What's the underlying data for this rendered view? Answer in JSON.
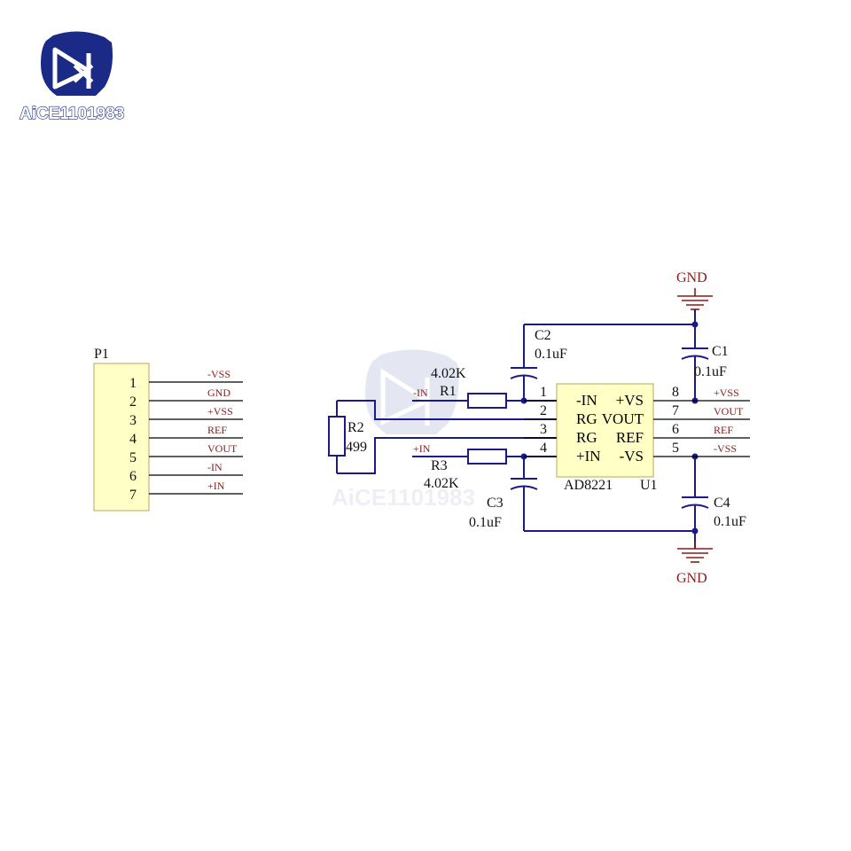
{
  "brand": {
    "logo_text": "AiCE1101983",
    "watermark_text": "AiCE1101983",
    "colors": {
      "logo_blue": "#1b2a86",
      "logo_red": "#d3232a",
      "wire_blue": "#1a1a8c",
      "net_red": "#8b1a1a",
      "chip_fill": "#ffffc6"
    }
  },
  "connector": {
    "ref": "P1",
    "pins": [
      {
        "num": "1",
        "net": "-VSS"
      },
      {
        "num": "2",
        "net": "GND"
      },
      {
        "num": "3",
        "net": "+VSS"
      },
      {
        "num": "4",
        "net": "REF"
      },
      {
        "num": "5",
        "net": "VOUT"
      },
      {
        "num": "6",
        "net": "-IN"
      },
      {
        "num": "7",
        "net": "+IN"
      }
    ]
  },
  "resistors": {
    "r1": {
      "ref": "R1",
      "value": "4.02K",
      "net": "-IN"
    },
    "r2": {
      "ref": "R2",
      "value": "499"
    },
    "r3": {
      "ref": "R3",
      "value": "4.02K",
      "net": "+IN"
    }
  },
  "capacitors": {
    "c1": {
      "ref": "C1",
      "value": "0.1uF"
    },
    "c2": {
      "ref": "C2",
      "value": "0.1uF"
    },
    "c3": {
      "ref": "C3",
      "value": "0.1uF"
    },
    "c4": {
      "ref": "C4",
      "value": "0.1uF"
    }
  },
  "chip": {
    "ref": "U1",
    "part": "AD8221",
    "rows": [
      {
        "left": "-IN",
        "right": "+VS",
        "pin_left": "1",
        "pin_right": "8",
        "net_right": "+VSS"
      },
      {
        "left": "RG",
        "right": "VOUT",
        "pin_left": "2",
        "pin_right": "7",
        "net_right": "VOUT"
      },
      {
        "left": "RG",
        "right": "REF",
        "pin_left": "3",
        "pin_right": "6",
        "net_right": "REF"
      },
      {
        "left": "+IN",
        "right": "-VS",
        "pin_left": "4",
        "pin_right": "5",
        "net_right": "-VSS"
      }
    ]
  },
  "ground": {
    "top_label": "GND",
    "bottom_label": "GND"
  }
}
